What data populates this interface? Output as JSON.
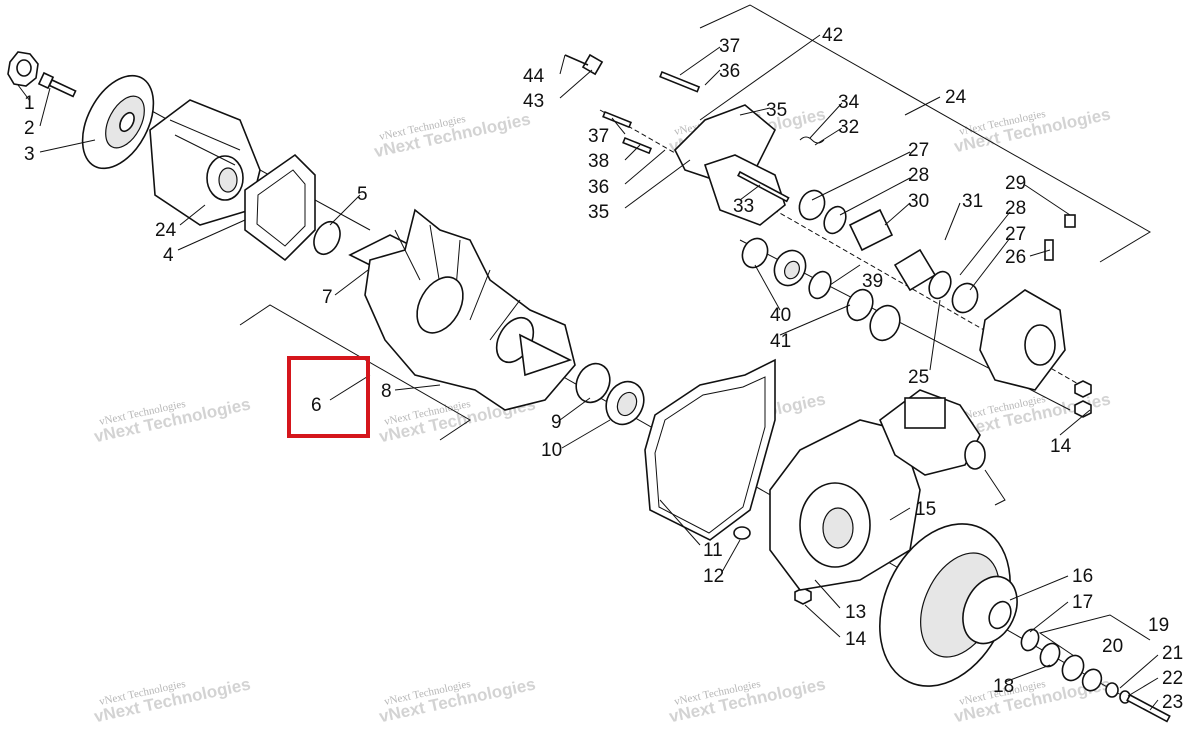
{
  "diagram": {
    "watermark": {
      "line1": "vNext Technologies",
      "line2": "vNext Technologies"
    },
    "highlight_color": "#d5161c",
    "highlighted_callout": "6",
    "callouts": [
      "1",
      "2",
      "3",
      "4",
      "5",
      "6",
      "7",
      "8",
      "9",
      "10",
      "11",
      "12",
      "13",
      "14",
      "14",
      "15",
      "16",
      "17",
      "18",
      "19",
      "20",
      "21",
      "22",
      "23",
      "24",
      "24",
      "25",
      "26",
      "27",
      "27",
      "28",
      "28",
      "29",
      "30",
      "31",
      "32",
      "33",
      "34",
      "35",
      "35",
      "36",
      "36",
      "37",
      "37",
      "38",
      "39",
      "40",
      "41",
      "42",
      "43",
      "44"
    ]
  }
}
